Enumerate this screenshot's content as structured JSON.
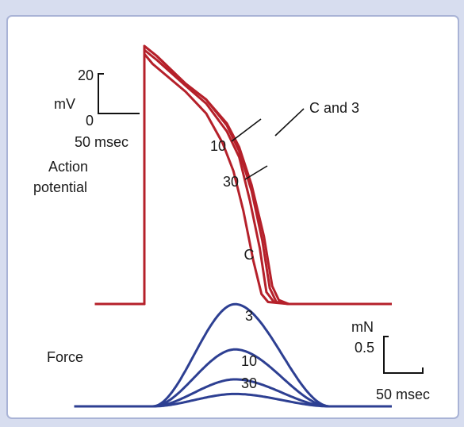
{
  "chart_data": {
    "type": "line",
    "title": "",
    "panels": [
      {
        "label": "Action potential",
        "label_lines": [
          "Action",
          "potential"
        ],
        "unit": "mV",
        "color": "#b5202a",
        "scale_bar": {
          "y_top_label": "20",
          "y_bottom_label": "0",
          "y_span_mV": 20,
          "x_label": "50 msec",
          "x_span_ms": 50
        },
        "resting_level_mV": -80,
        "upstroke_time_ms": 0,
        "series": [
          {
            "name": "C",
            "points": [
              [
                -60,
                -80
              ],
              [
                0,
                -80
              ],
              [
                0,
                50
              ],
              [
                15,
                45
              ],
              [
                50,
                31
              ],
              [
                75,
                23
              ],
              [
                100,
                11
              ],
              [
                115,
                -1
              ],
              [
                130,
                -20
              ],
              [
                145,
                -46
              ],
              [
                155,
                -71
              ],
              [
                163,
                -78
              ],
              [
                175,
                -80
              ],
              [
                300,
                -80
              ]
            ]
          },
          {
            "name": "3",
            "points": [
              [
                -60,
                -80
              ],
              [
                0,
                -80
              ],
              [
                0,
                50
              ],
              [
                15,
                45
              ],
              [
                50,
                31
              ],
              [
                75,
                23
              ],
              [
                100,
                10
              ],
              [
                115,
                -3
              ],
              [
                130,
                -23
              ],
              [
                143,
                -48
              ],
              [
                152,
                -72
              ],
              [
                160,
                -79
              ],
              [
                175,
                -80
              ],
              [
                300,
                -80
              ]
            ]
          },
          {
            "name": "10",
            "points": [
              [
                -60,
                -80
              ],
              [
                0,
                -80
              ],
              [
                0,
                48
              ],
              [
                15,
                43
              ],
              [
                50,
                30
              ],
              [
                75,
                21
              ],
              [
                100,
                7
              ],
              [
                115,
                -6
              ],
              [
                128,
                -28
              ],
              [
                140,
                -52
              ],
              [
                148,
                -74
              ],
              [
                157,
                -79
              ],
              [
                175,
                -80
              ],
              [
                300,
                -80
              ]
            ]
          },
          {
            "name": "30",
            "points": [
              [
                -60,
                -80
              ],
              [
                0,
                -80
              ],
              [
                0,
                46
              ],
              [
                10,
                41
              ],
              [
                50,
                27
              ],
              [
                75,
                16
              ],
              [
                95,
                1
              ],
              [
                108,
                -13
              ],
              [
                120,
                -33
              ],
              [
                132,
                -58
              ],
              [
                142,
                -75
              ],
              [
                150,
                -79
              ],
              [
                175,
                -80
              ],
              [
                300,
                -80
              ]
            ]
          }
        ],
        "annotations": [
          {
            "text": "C and 3",
            "series": [
              "C",
              "3"
            ]
          },
          {
            "text": "10",
            "series": [
              "10"
            ]
          },
          {
            "text": "30",
            "series": [
              "30"
            ]
          }
        ]
      },
      {
        "label": "Force",
        "unit": "mN",
        "color": "#2d3f92",
        "scale_bar": {
          "y_label": "0.5",
          "y_span_mN": 0.5,
          "x_label": "50 msec",
          "x_span_ms": 50
        },
        "series": [
          {
            "name": "C",
            "peak_mN": 1.4,
            "peak_time_ms": 110
          },
          {
            "name": "3",
            "peak_mN": 0.78,
            "peak_time_ms": 110
          },
          {
            "name": "10",
            "peak_mN": 0.37,
            "peak_time_ms": 110
          },
          {
            "name": "30",
            "peak_mN": 0.17,
            "peak_time_ms": 110
          }
        ],
        "onset_ms": 10,
        "end_ms": 225
      }
    ]
  }
}
